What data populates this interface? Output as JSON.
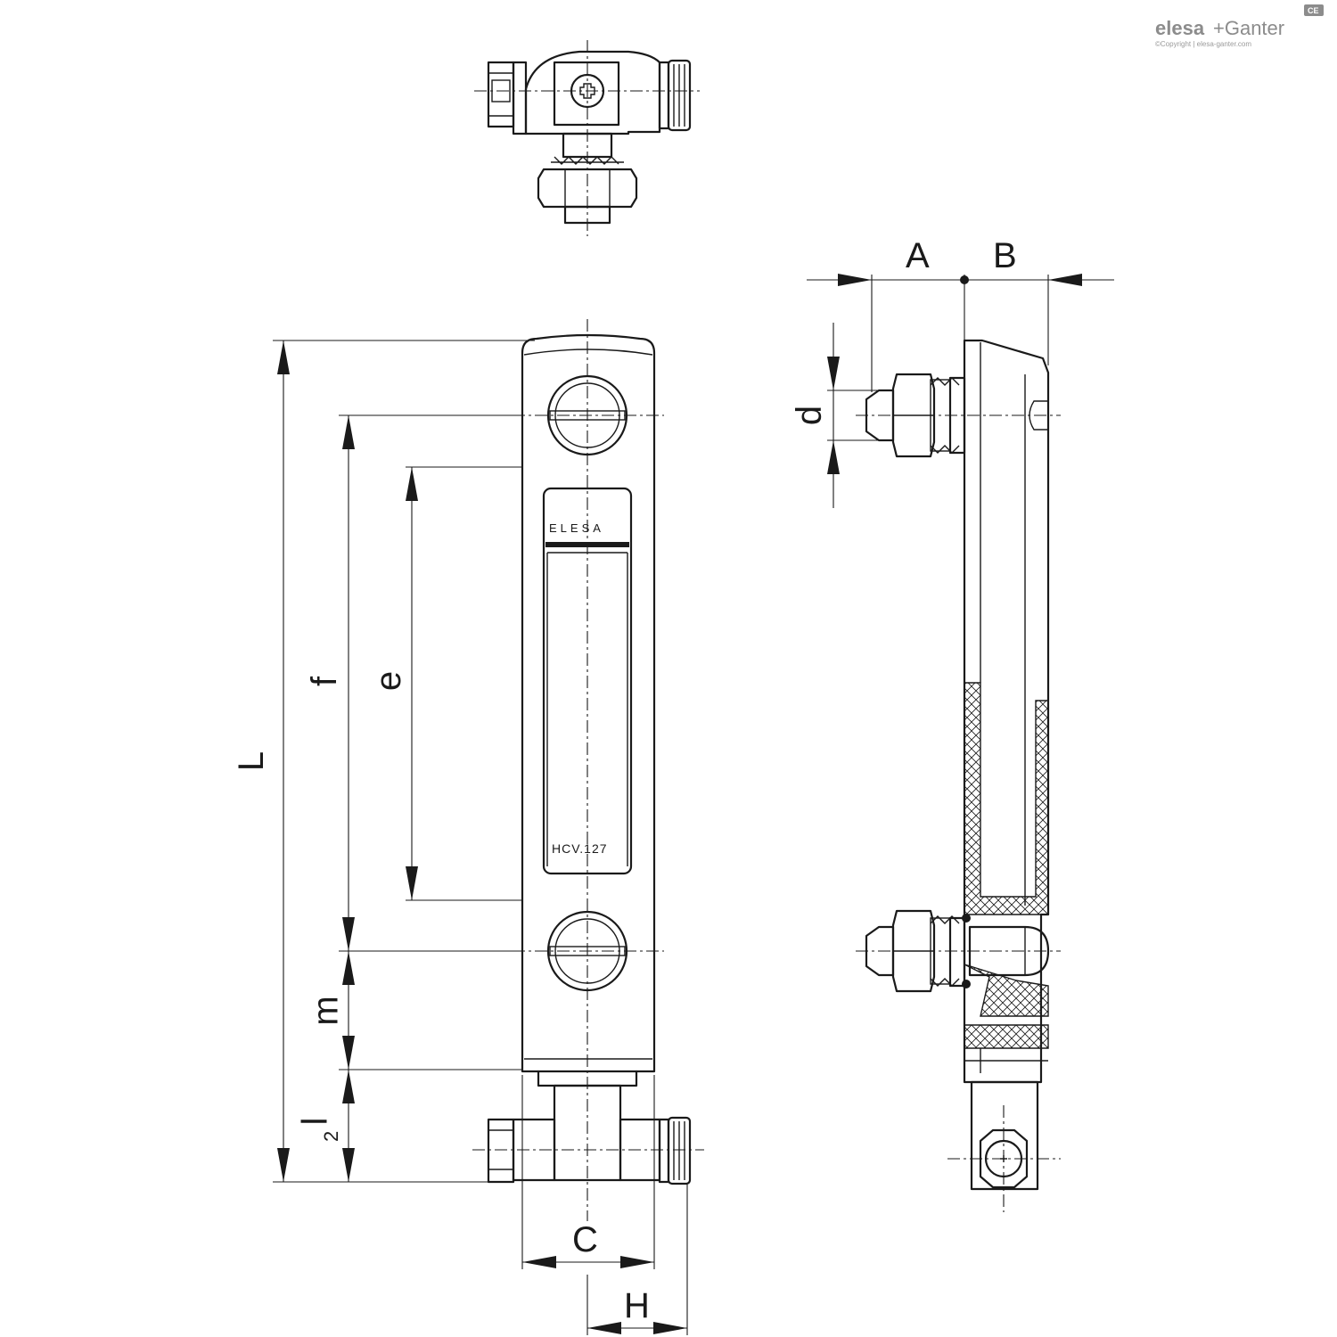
{
  "brand": {
    "logo_name": "elesa",
    "logo_plus": "+Ganter",
    "copyright": "©Copyright | elesa-ganter.com",
    "badge": "CE"
  },
  "product": {
    "window_brand": "ELESA",
    "model": "HCV.127"
  },
  "dimensions": {
    "L": "L",
    "f": "f",
    "e": "e",
    "m": "m",
    "l2_main": "l",
    "l2_sub": "2",
    "C": "C",
    "H": "H",
    "A": "A",
    "B": "B",
    "d": "d"
  },
  "colors": {
    "line": "#1a1a1a",
    "logo": "#8c8c8c",
    "background": "#ffffff"
  }
}
